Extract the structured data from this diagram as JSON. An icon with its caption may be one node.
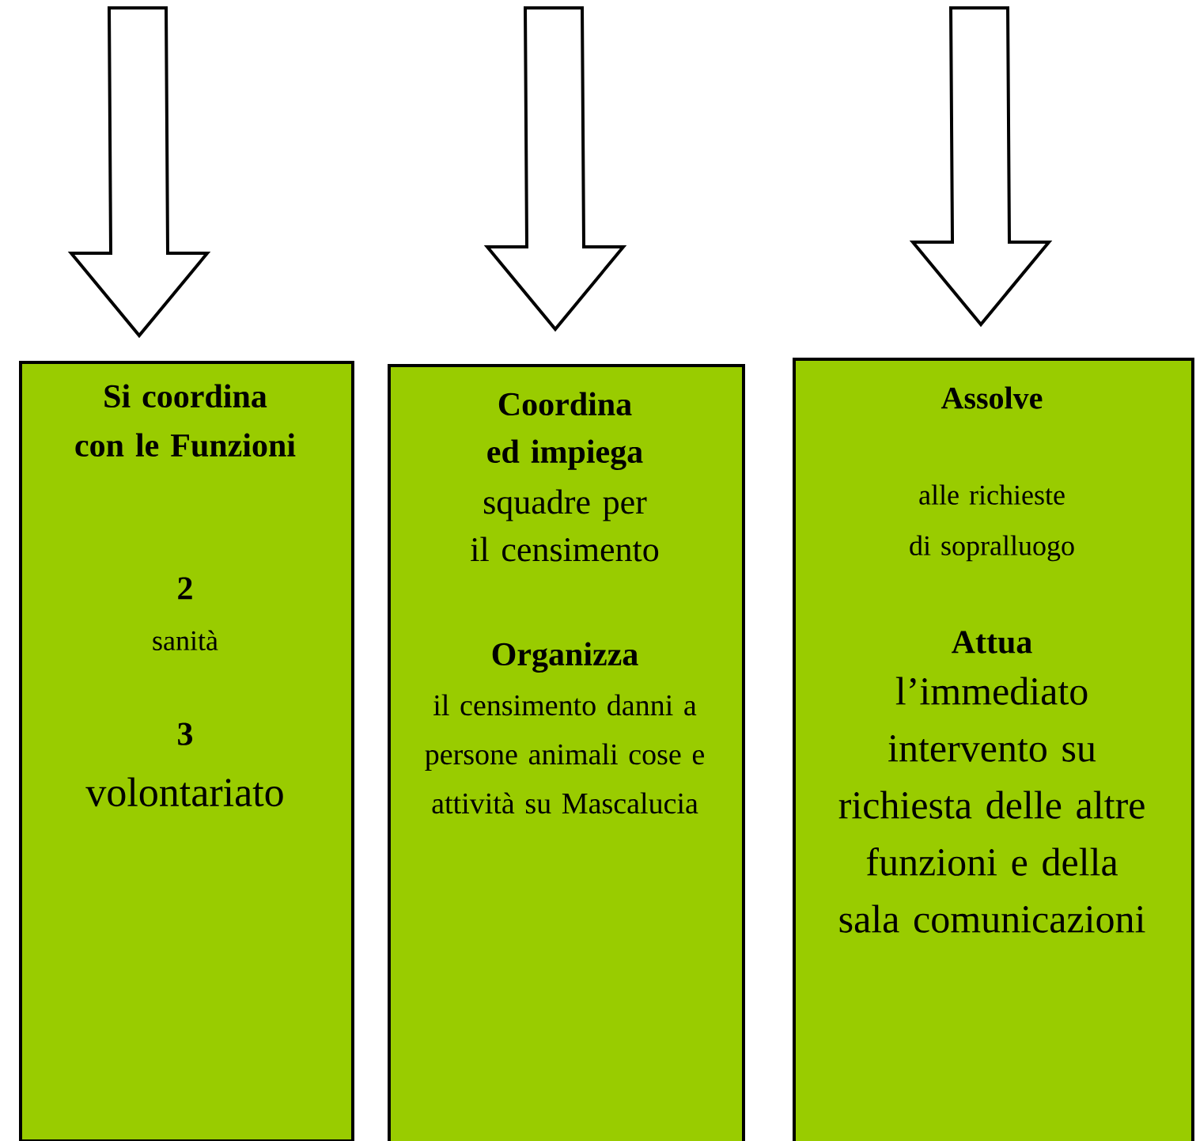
{
  "diagram": {
    "nodes": [
      {
        "text": [
          "Si coordina con le Funzioni",
          "2",
          "sanità",
          "3",
          "volontariato"
        ]
      },
      {
        "text": [
          "Coordina ed impiega",
          "squadre per il censimento",
          "Organizza",
          "il censimento danni a persone animali cose e attività su Mascalucia"
        ]
      },
      {
        "text": [
          "Assolve",
          "alle richieste di sopralluogo",
          "Attua",
          "l’immediato intervento su richiesta delle altre funzioni e della sala comunicazioni"
        ]
      }
    ],
    "edges": [
      {
        "from": null,
        "to": 0,
        "arrow": "to"
      },
      {
        "from": null,
        "to": 1,
        "arrow": "to"
      },
      {
        "from": null,
        "to": 2,
        "arrow": "to"
      }
    ]
  }
}
